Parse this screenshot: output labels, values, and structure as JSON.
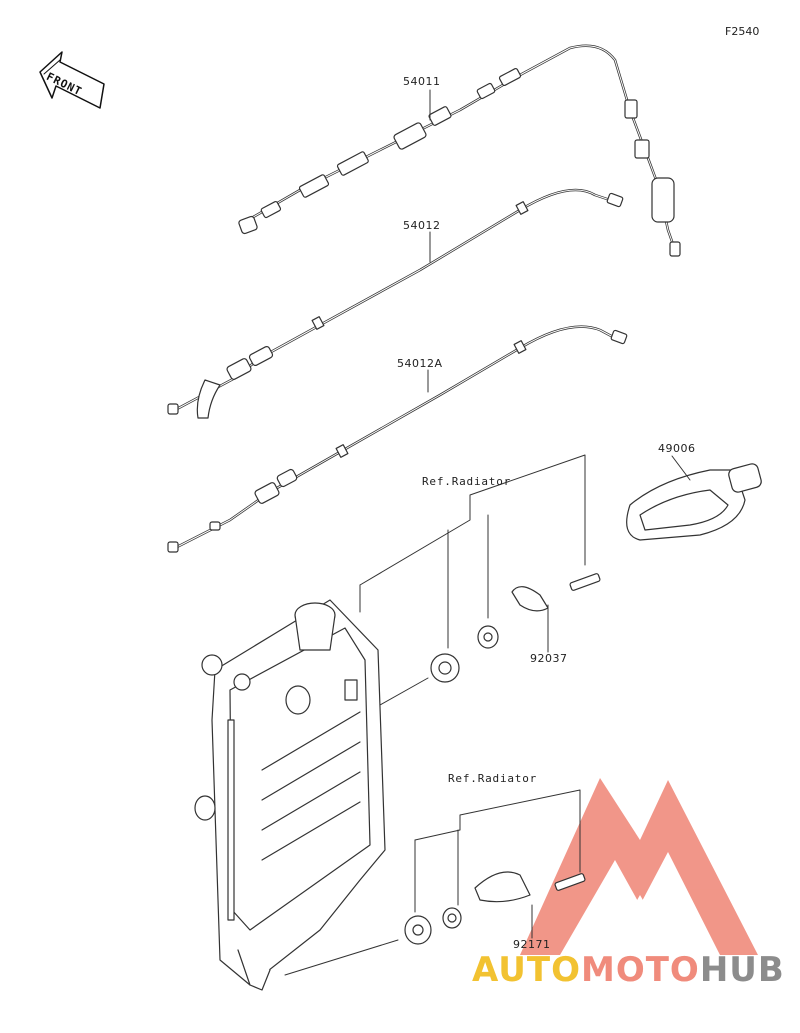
{
  "figure": {
    "code": "F2540"
  },
  "front_arrow": {
    "text": "FRONT"
  },
  "parts": [
    {
      "id": "54011",
      "label": "54011"
    },
    {
      "id": "54012",
      "label": "54012"
    },
    {
      "id": "54012A",
      "label": "54012A"
    },
    {
      "id": "49006",
      "label": "49006"
    },
    {
      "id": "92037",
      "label": "92037"
    },
    {
      "id": "92171",
      "label": "92171"
    }
  ],
  "references": [
    {
      "label": "Ref.Radiator"
    },
    {
      "label": "Ref.Radiator"
    }
  ],
  "watermark": {
    "part1": "AUTO",
    "part2": "MOTO",
    "part3": "HUB",
    "colors": {
      "auto": "#f2c231",
      "moto": "#f08b7c",
      "hub": "#8c8c8c",
      "logo": "#f08b7c"
    }
  }
}
